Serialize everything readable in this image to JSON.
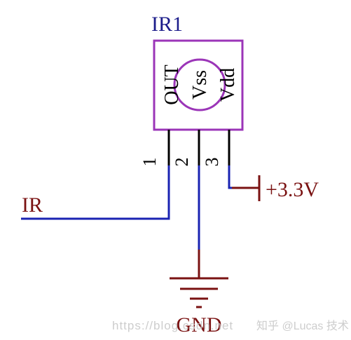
{
  "component": {
    "designator": "IR1",
    "pins": [
      {
        "number": "1",
        "name": "OUT"
      },
      {
        "number": "2",
        "name": "Vss"
      },
      {
        "number": "3",
        "name": "Vdd"
      }
    ]
  },
  "nets": {
    "signal": "IR",
    "power": "+3.3V",
    "ground": "GND"
  },
  "watermark": {
    "url": "https://blog.csdn.net",
    "credit": "知乎 @Lucas 技术"
  },
  "colors": {
    "component_outline": "#9b35b8",
    "component_label": "#1b1c8a",
    "pin": "#000000",
    "wire": "#1a23b2",
    "power": "#7a1212",
    "text": "#000000",
    "net_label": "#7a1212"
  }
}
